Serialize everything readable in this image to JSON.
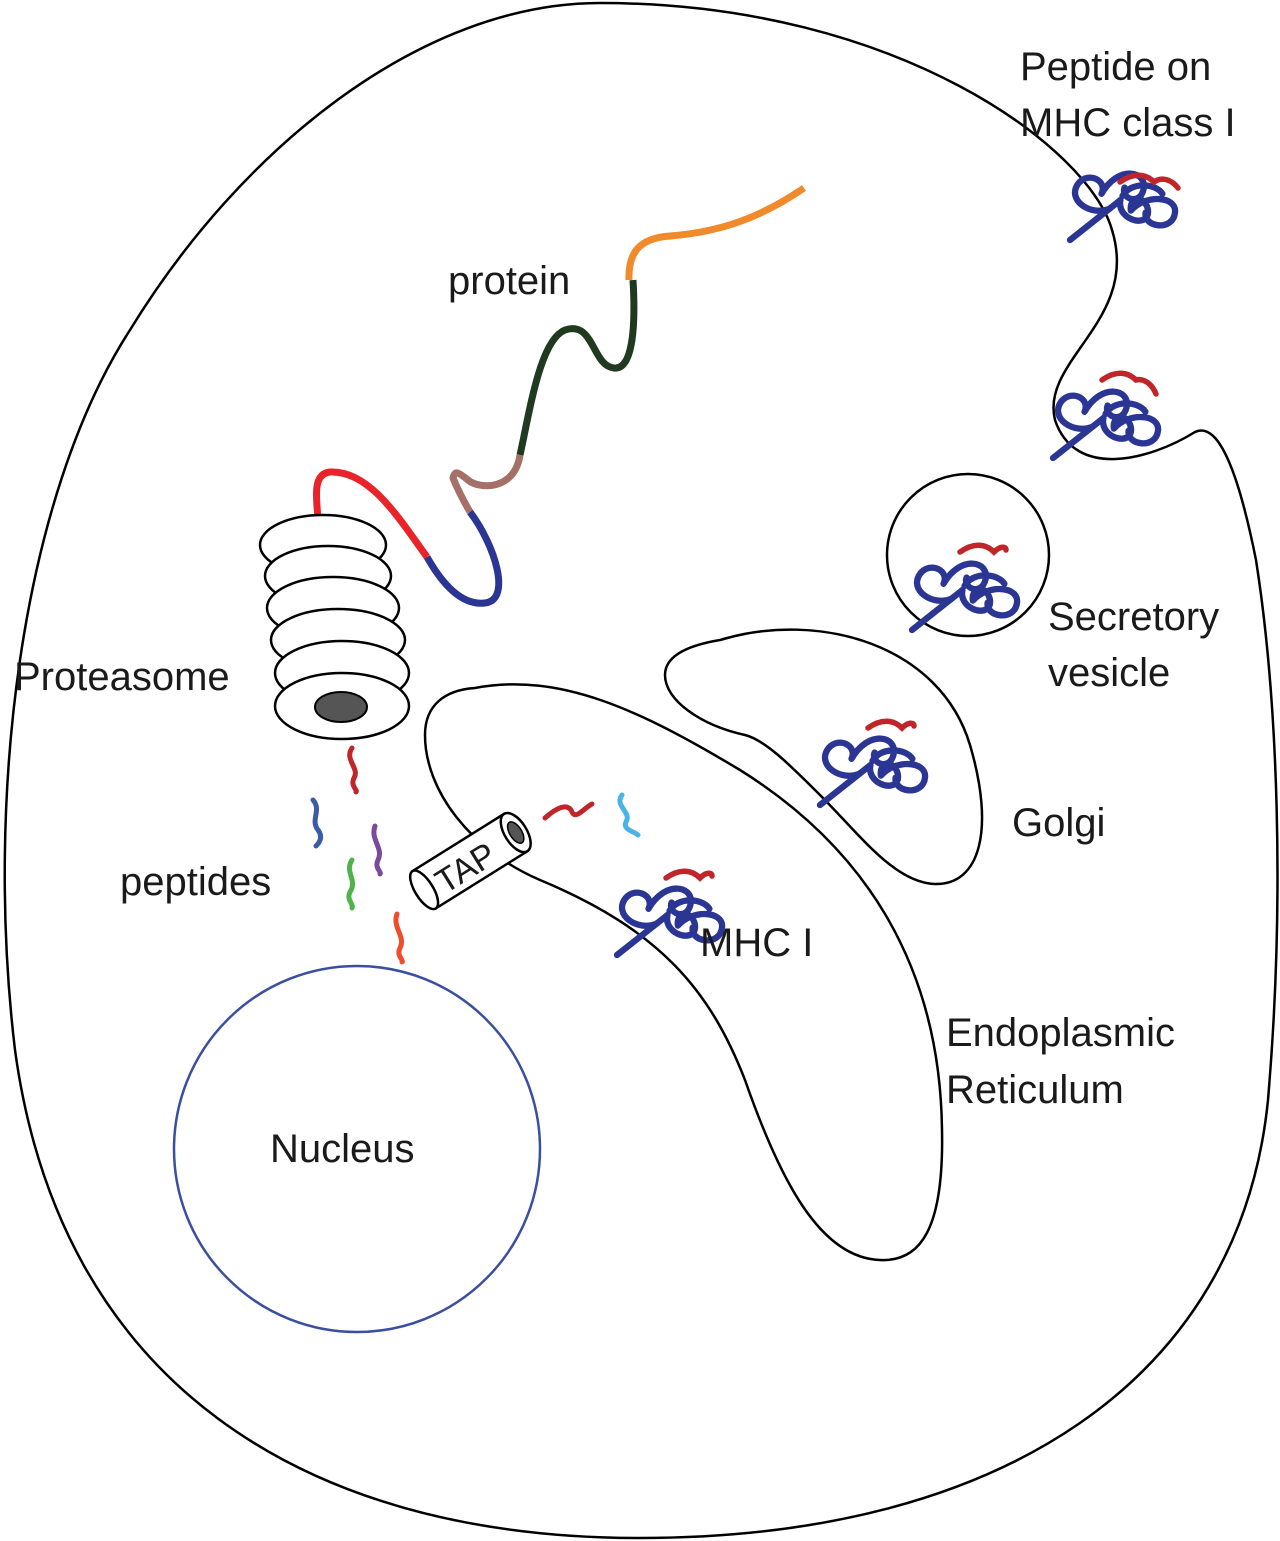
{
  "labels": {
    "peptide_on_mhc_line1": "Peptide on",
    "peptide_on_mhc_line2": "MHC class I",
    "protein": "protein",
    "proteasome": "Proteasome",
    "peptides": "peptides",
    "tap": "TAP",
    "mhc_i": "MHC I",
    "golgi": "Golgi",
    "secretory_line1": "Secretory",
    "secretory_line2": "vesicle",
    "er_line1": "Endoplasmic",
    "er_line2": "Reticulum",
    "nucleus": "Nucleus"
  },
  "colors": {
    "mhc_chain": "#2b3694",
    "mhc_peptide": "#c0252a",
    "nucleus_outline": "#3a4fa0",
    "protein_orange": "#f08a2b",
    "protein_dark": "#1f3a1f",
    "protein_brown": "#a47068",
    "protein_blue": "#2b3694",
    "protein_red": "#e8232a",
    "proteasome_core": "#555555"
  },
  "peptide_colors": [
    "#c0252a",
    "#3b5ba8",
    "#7a4a9c",
    "#4fb24a",
    "#ef4e2a",
    "#4bb3e6",
    "#c0252a"
  ]
}
